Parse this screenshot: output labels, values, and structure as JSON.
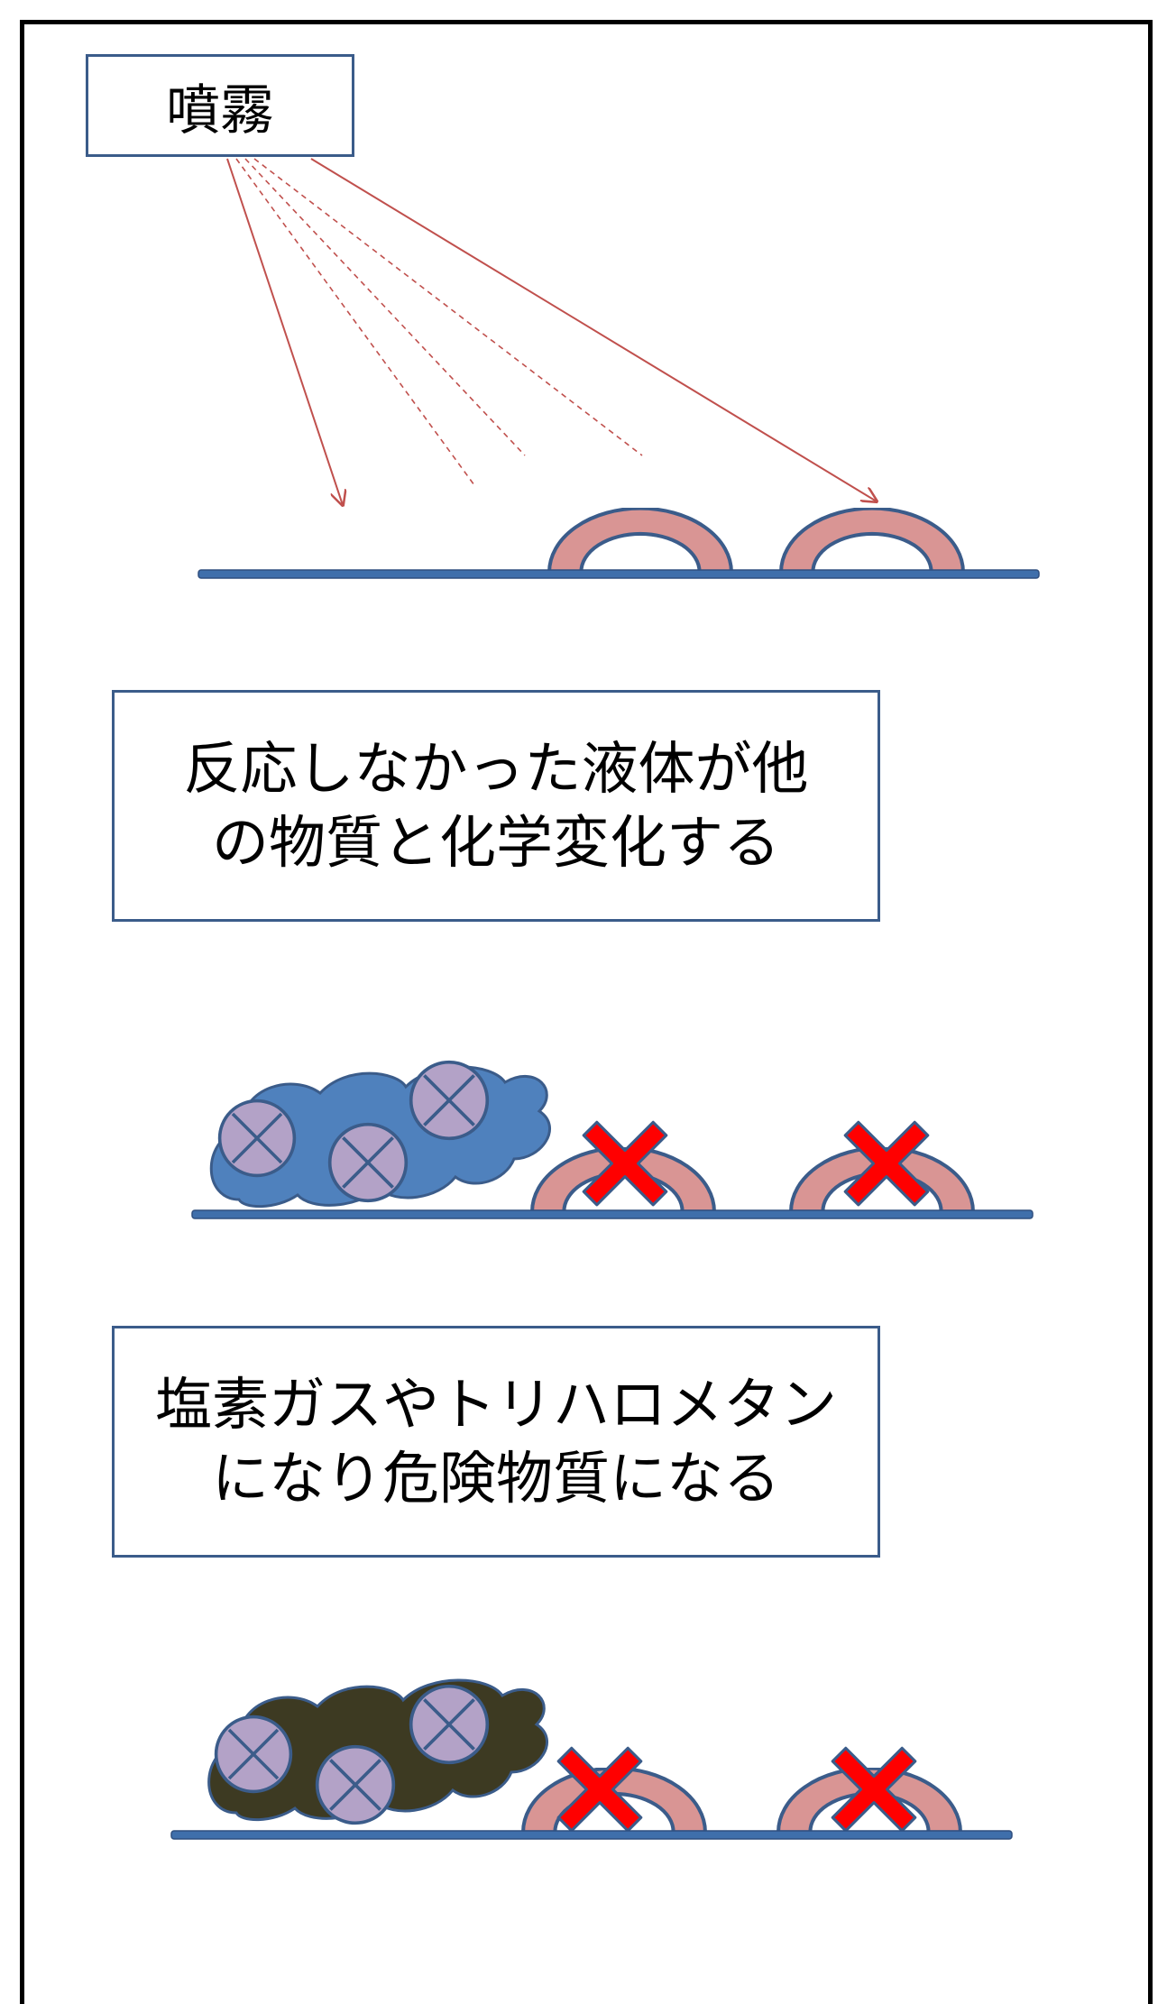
{
  "spray_label": "噴霧",
  "reaction_label": "反応しなかった液体が他\nの物質と化学変化する",
  "danger_label": "塩素ガスやトリハロメタン\nになり危険物質になる",
  "colors": {
    "frame": "#000000",
    "box_border": "#3b5c8a",
    "surface_line": "#3f6fab",
    "arch_fill": "#d99594",
    "arch_stroke": "#3b5c8a",
    "arrow": "#c0504d",
    "cloud_blue": "#4f81bd",
    "cloud_dark": "#3d3a22",
    "molecule_fill": "#b3a2c7",
    "x_mark": "#ff0000"
  },
  "icons": [
    "spray-arrow",
    "arch-receptor",
    "liquid-cloud",
    "molecule-icon",
    "blocked-x-icon"
  ]
}
